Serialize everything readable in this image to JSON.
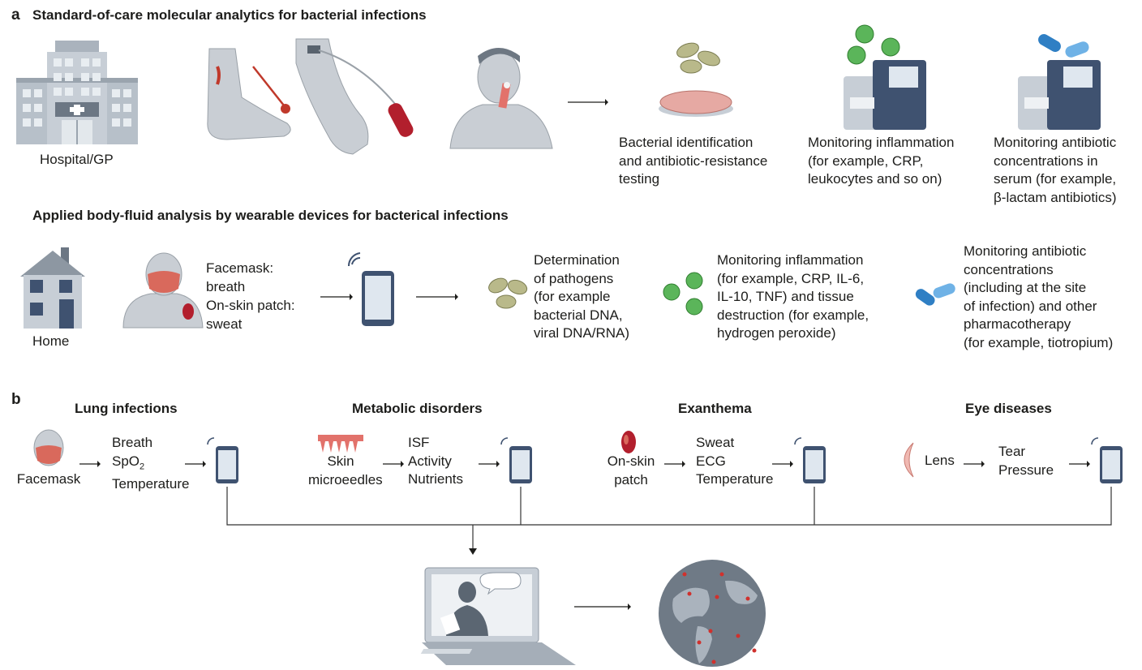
{
  "panel_a": {
    "letter": "a",
    "title": "Standard-of-care molecular analytics for bacterial infections",
    "hospital_label": "Hospital/GP",
    "bact_id": [
      "Bacterial identification",
      "and antibiotic-resistance",
      "testing"
    ],
    "mon_inflam": [
      "Monitoring inflammation",
      "(for example, CRP,",
      "leukocytes and so on)"
    ],
    "mon_antibiotic": [
      "Monitoring antibiotic",
      "concentrations in",
      "serum (for example,",
      "β-lactam antibiotics)"
    ],
    "subtitle": "Applied body-fluid analysis by wearable devices for bacterical infections",
    "home_label": "Home",
    "facemask": [
      "Facemask:",
      "breath"
    ],
    "onskin": [
      "On-skin patch:",
      "sweat"
    ],
    "pathogens": [
      "Determination",
      "of pathogens",
      "(for example",
      "bacterial DNA,",
      "viral DNA/RNA)"
    ],
    "inflam2": [
      "Monitoring inflammation",
      "(for example, CRP, IL-6,",
      "IL-10, TNF) and tissue",
      "destruction (for example,",
      "hydrogen peroxide)"
    ],
    "antibiotic2": [
      "Monitoring antibiotic",
      "concentrations",
      "(including at the site",
      "of infection) and other",
      "pharmacotherapy",
      "(for example, tiotropium)"
    ]
  },
  "panel_b": {
    "letter": "b",
    "groups": [
      {
        "title": "Lung infections",
        "device": [
          "Facemask"
        ],
        "measures_breath": "Breath",
        "spo_main": "SpO",
        "spo_sub": "2",
        "measures_temp": "Temperature"
      },
      {
        "title": "Metabolic disorders",
        "device": [
          "Skin",
          "microeedles"
        ],
        "measures": [
          "ISF",
          "Activity",
          "Nutrients"
        ]
      },
      {
        "title": "Exanthema",
        "device": [
          "On-skin",
          "patch"
        ],
        "measures": [
          "Sweat",
          "ECG",
          "Temperature"
        ]
      },
      {
        "title": "Eye diseases",
        "device": [
          "Lens"
        ],
        "measures": [
          "Tear",
          "Pressure"
        ]
      }
    ]
  },
  "colors": {
    "pathogen": "#b9b98a",
    "leukocyte": "#5bb55a",
    "pill_blue": "#2f7fc4",
    "phone": "#3f5270",
    "mask": "#d9695c",
    "skin_gray": "#c9ced4",
    "globe": "#6f7a86",
    "pin": "#d0312d"
  }
}
